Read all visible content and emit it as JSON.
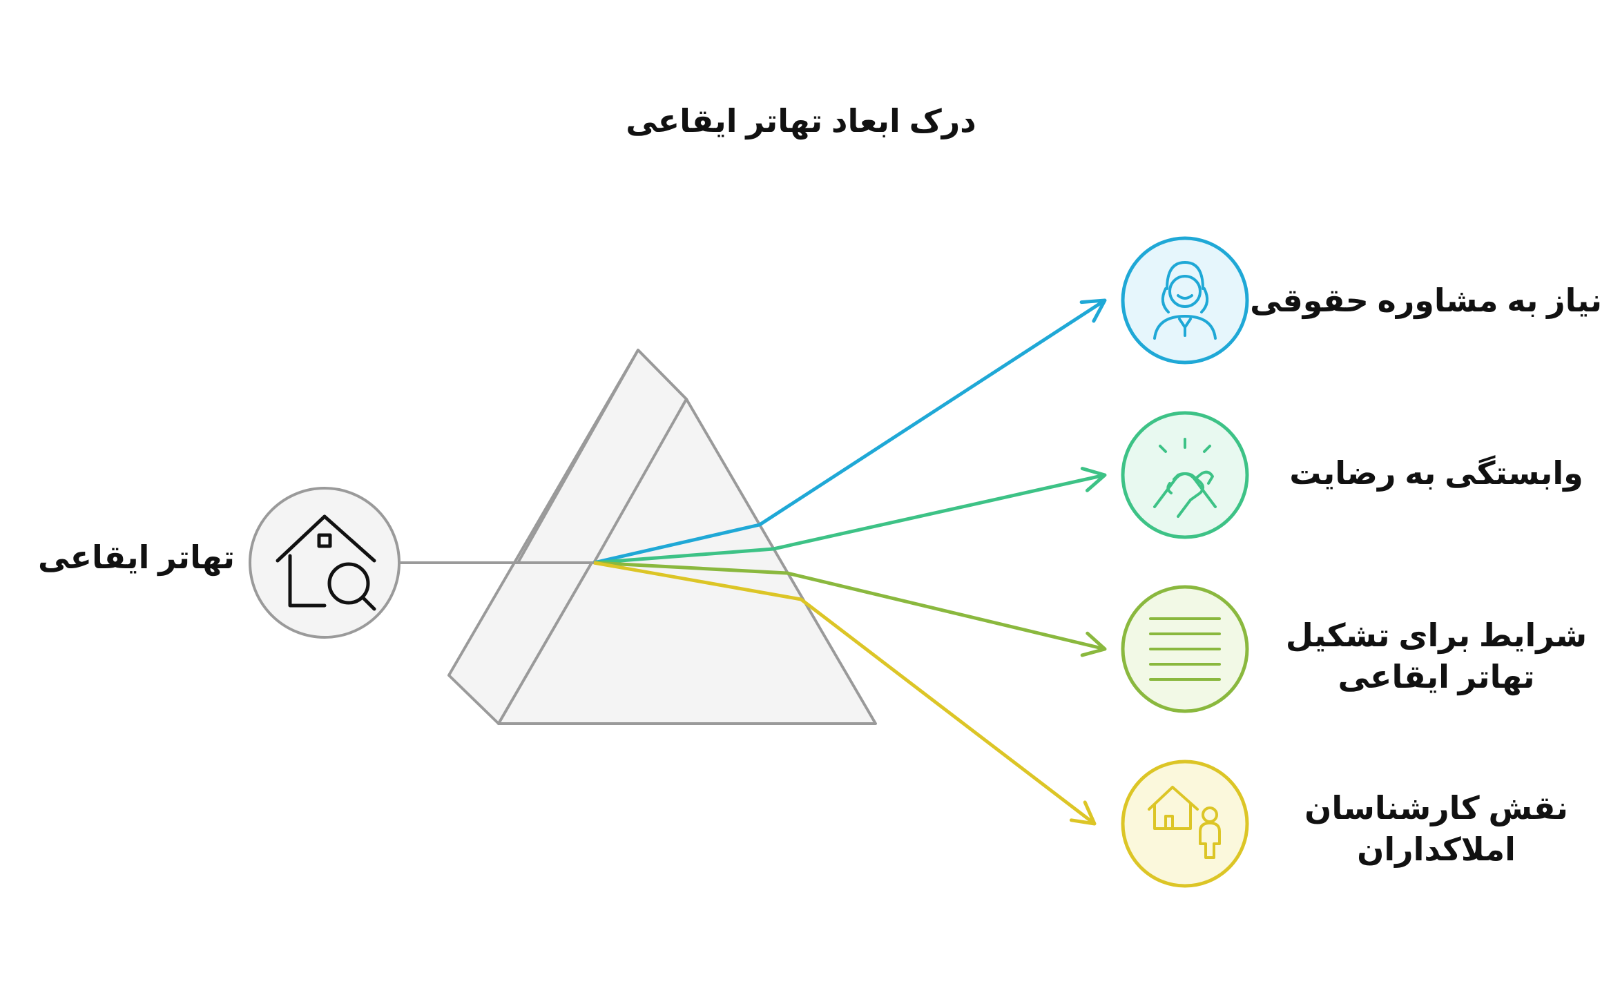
{
  "title": "درک ابعاد تهاتر ایقاعی",
  "source": {
    "label": "تهاتر ایقاعی",
    "icon": "house-search-icon",
    "color": "#9a9a9a"
  },
  "prism": {
    "fill": "#f4f4f4",
    "stroke": "#9a9a9a"
  },
  "outputs": [
    {
      "label_lines": [
        "نیاز به مشاوره حقوقی"
      ],
      "icon": "judge-icon",
      "color": "#1fa8d6",
      "bg": "#e6f6fc"
    },
    {
      "label_lines": [
        "وابستگی به رضایت"
      ],
      "icon": "handshake-icon",
      "color": "#3dc286",
      "bg": "#e8f9f0"
    },
    {
      "label_lines": [
        "شرایط برای تشکیل",
        "تهاتر ایقاعی"
      ],
      "icon": "document-lines-icon",
      "color": "#8ab83e",
      "bg": "#f2f9e6"
    },
    {
      "label_lines": [
        "نقش کارشناسان",
        "املاکداران"
      ],
      "icon": "house-agent-icon",
      "color": "#dcc526",
      "bg": "#fbf8dc"
    }
  ]
}
